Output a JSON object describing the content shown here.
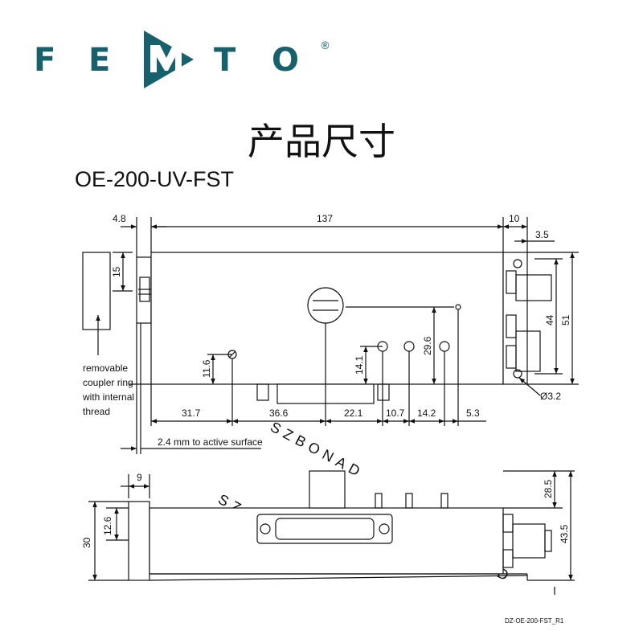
{
  "logo": {
    "letters": [
      "F",
      "E",
      "M",
      "T",
      "O"
    ],
    "registered": "®",
    "color": "#17606e"
  },
  "title": "产品尺寸",
  "model": "OE-200-UV-FST",
  "watermark": "SZBONAD",
  "note_coupler": [
    "removable",
    "coupler ring",
    "with internal",
    "thread"
  ],
  "note_active": "2.4 mm to active surface",
  "diameter": "Ø3.2",
  "drawing_id": "DZ-OE-200-FST_R1",
  "top_view": {
    "dims_top": [
      "4.8",
      "137",
      "10",
      "3.5"
    ],
    "dims_right": [
      "44",
      "51"
    ],
    "dims_left": [
      "15"
    ],
    "dims_inner": [
      "11.6",
      "14.1",
      "29.6"
    ],
    "dims_bottom": [
      "31.7",
      "36.6",
      "22.1",
      "10.7",
      "14.2",
      "5.3"
    ]
  },
  "side_view": {
    "dims": [
      "9",
      "30",
      "12.6",
      "28.5",
      "43.5"
    ]
  }
}
